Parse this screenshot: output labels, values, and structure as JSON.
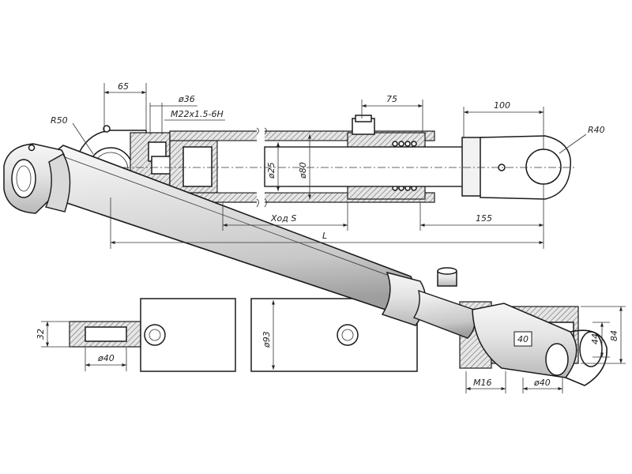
{
  "dimensions": {
    "d65": "65",
    "dia36": "ø36",
    "thread": "M22x1.5-6H",
    "d75": "75",
    "d100": "100",
    "r50": "R50",
    "r40": "R40",
    "dia25": "ø25",
    "dia80": "ø80",
    "stroke": "Ход S",
    "d155": "155",
    "length": "L",
    "d32": "32",
    "dia40_left": "ø40",
    "dia93": "ø93",
    "m16": "M16",
    "dia40_right": "ø40",
    "d44": "44",
    "d84": "84",
    "d40_label": "40"
  }
}
